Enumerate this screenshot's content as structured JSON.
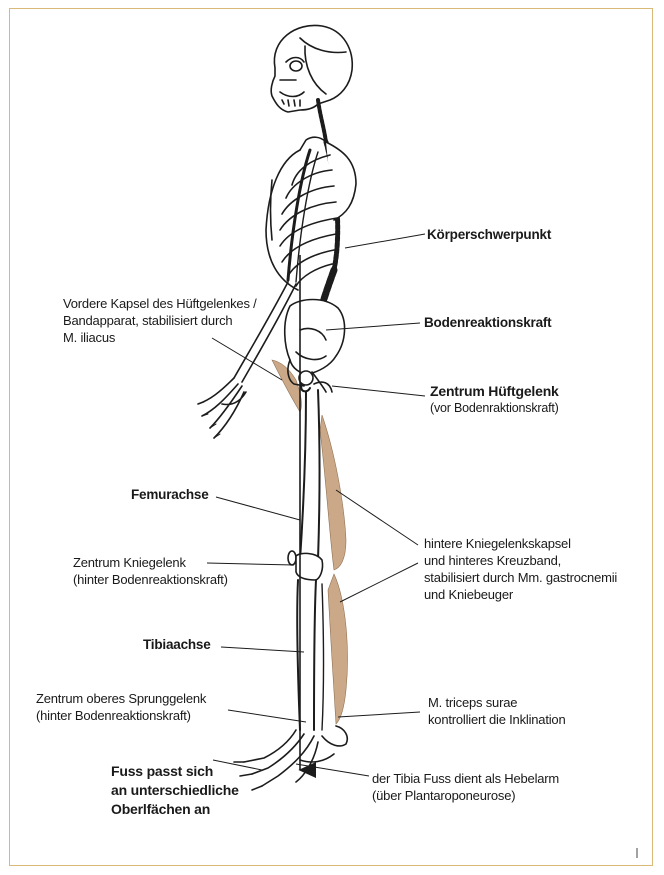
{
  "labels": {
    "koerperschwerpunkt": "Körperschwerpunkt",
    "bodenreaktionskraft": "Bodenreaktionskraft",
    "kapsel_1": "Vordere Kapsel des Hüftgelenkes /",
    "kapsel_2": "Bandapparat, stabilisiert durch",
    "kapsel_3": "M. iliacus",
    "hueft_1": "Zentrum Hüftgelenk",
    "hueft_2": "(vor Bodenraktionskraft)",
    "femurachse": "Femurachse",
    "knie_1": "Zentrum Kniegelenk",
    "knie_2": "(hinter Bodenreaktionskraft)",
    "kapsel_knie_1": "hintere Kniegelenkskapsel",
    "kapsel_knie_2": "und hinteres Kreuzband,",
    "kapsel_knie_3": "stabilisiert durch Mm. gastrocnemii",
    "kapsel_knie_4": "und Kniebeuger",
    "tibiaachse": "Tibiaachse",
    "osg_1": "Zentrum oberes Sprunggelenk",
    "osg_2": "(hinter Bodenreaktionskraft)",
    "triceps_1": "M. triceps surae",
    "triceps_2": "kontrolliert die Inklination",
    "fuss_1": "Fuss passt sich",
    "fuss_2": "an unterschiedliche",
    "fuss_3": "Oberlfächen an",
    "hebel_1": "der Tibia Fuss dient als Hebelarm",
    "hebel_2": "(über Plantaroponeurose)"
  },
  "colors": {
    "frame": "#d8b978",
    "muscle": "#c9a582",
    "bone": "#1c1c1c"
  }
}
